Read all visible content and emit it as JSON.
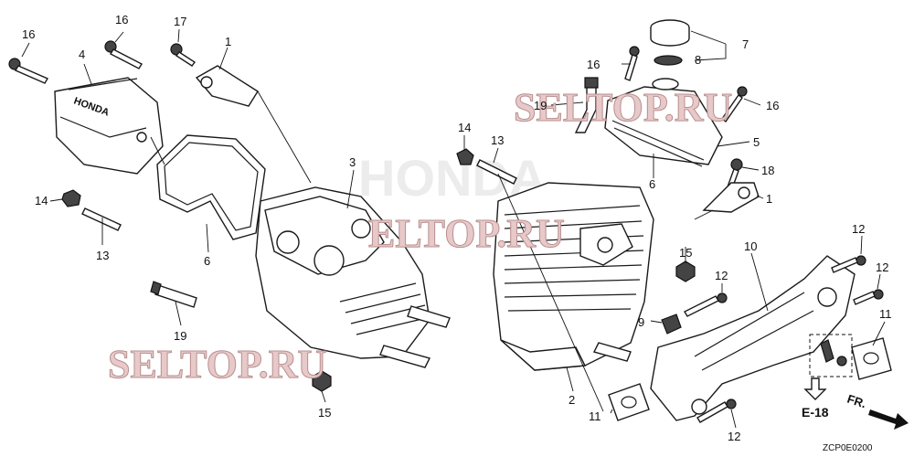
{
  "watermark": {
    "text": "SELTOP.RU",
    "fragment": "ELTOP.RU"
  },
  "ghost_brand": "HONDA",
  "cover_brand": "HONDA",
  "callouts": {
    "c16a": "16",
    "c16b": "16",
    "c17": "17",
    "c1a": "1",
    "c4": "4",
    "c14a": "14",
    "c13a": "13",
    "c6a": "6",
    "c19a": "19",
    "c3": "3",
    "c15a": "15",
    "c14b": "14",
    "c13b": "13",
    "c2": "2",
    "c15b": "15",
    "c9": "9",
    "c11a": "11",
    "c7": "7",
    "c8": "8",
    "c16c": "16",
    "c19b": "19",
    "c16d": "16",
    "c5": "5",
    "c6b": "6",
    "c18": "18",
    "c1b": "1",
    "c10": "10",
    "c12a": "12",
    "c12b": "12",
    "c12c": "12",
    "c11b": "11",
    "c12d": "12"
  },
  "reference": {
    "label": "E-18"
  },
  "direction": {
    "label": "FR."
  },
  "diagram_code": "ZCP0E0200"
}
